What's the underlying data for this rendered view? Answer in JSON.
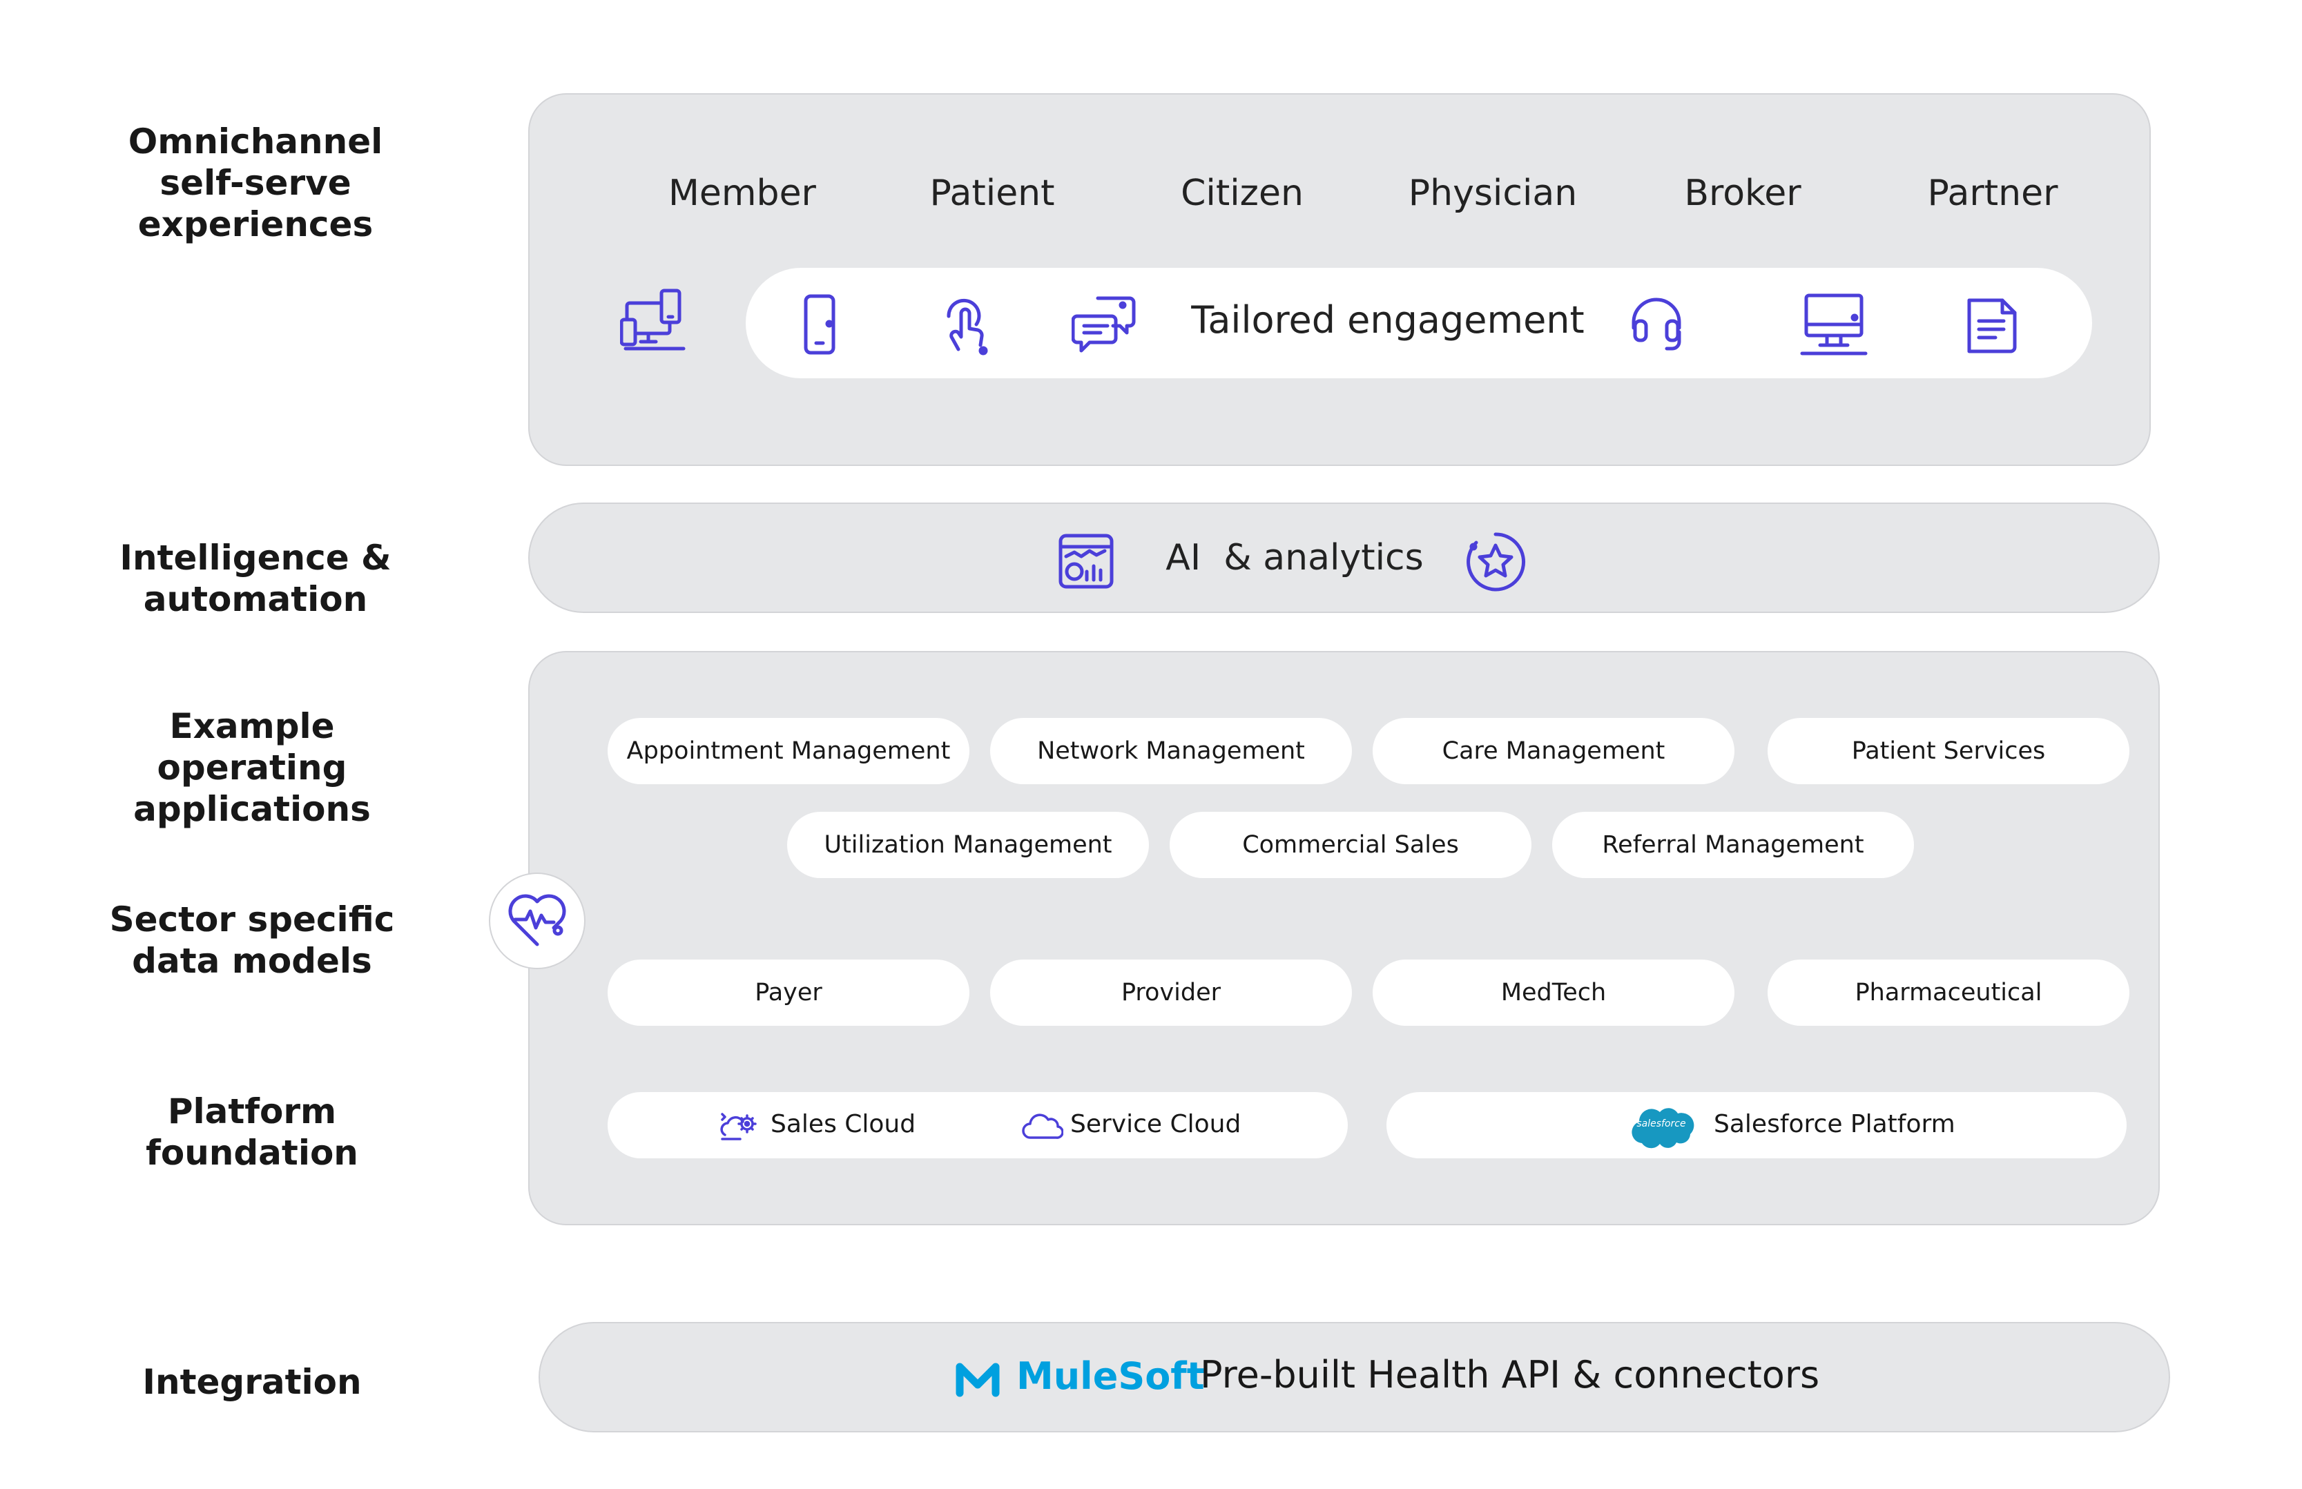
{
  "colors": {
    "accent": "#4b3fd9",
    "panel_bg": "#e6e7e9",
    "pill_bg": "#ffffff",
    "salesforce_blue": "#1798c1",
    "mulesoft_blue": "#00a0df"
  },
  "layers": {
    "omnichannel": "Omnichannel self-serve experiences",
    "intelligence": "Intelligence & automation",
    "applications": "Example operating applications",
    "data_models": "Sector specific data models",
    "platform": "Platform foundation",
    "integration": "Integration"
  },
  "experiences": {
    "personas": [
      "Member",
      "Patient",
      "Citizen",
      "Physician",
      "Broker",
      "Partner"
    ],
    "engagement_label": "Tailored engagement",
    "icons": [
      "devices-icon",
      "mobile-phone-icon",
      "touch-icon",
      "chat-icon",
      "headset-icon",
      "desktop-icon",
      "document-icon"
    ]
  },
  "intelligence": {
    "label": "AI  & analytics",
    "icons": [
      "analytics-dashboard-icon",
      "star-badge-icon"
    ]
  },
  "applications": {
    "row1": [
      "Appointment Management",
      "Network Management",
      "Care Management",
      "Patient Services"
    ],
    "row2": [
      "Utilization Management",
      "Commercial Sales",
      "Referral Management"
    ]
  },
  "data_models": {
    "items": [
      "Payer",
      "Provider",
      "MedTech",
      "Pharmaceutical"
    ],
    "icon": "heart-pulse-icon"
  },
  "platform": {
    "sales_cloud": "Sales Cloud",
    "service_cloud": "Service Cloud",
    "salesforce_platform": "Salesforce Platform",
    "salesforce_logo_text": "salesforce"
  },
  "integration": {
    "brand": "MuleSoft",
    "label": "Pre-built Health API & connectors"
  }
}
